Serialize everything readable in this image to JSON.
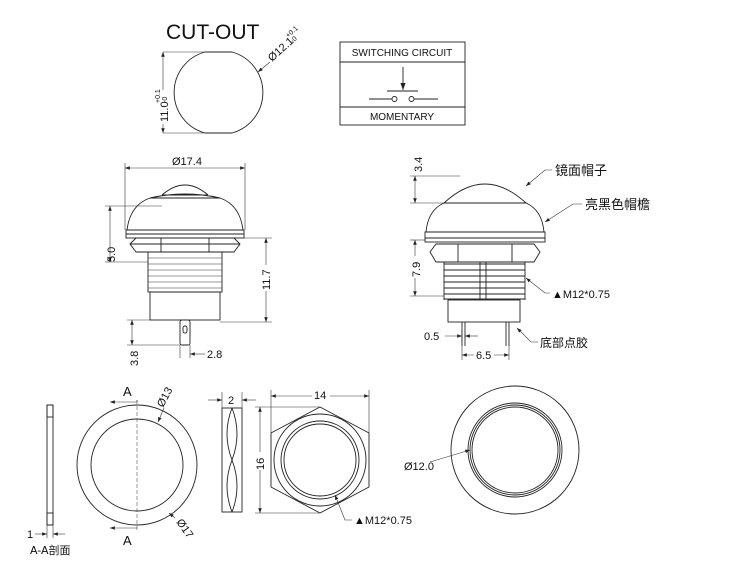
{
  "cutout": {
    "title": "CUT-OUT",
    "diameter": "Ø12.1",
    "diameter_tol_plus": "+0.1",
    "diameter_tol_minus": "-0",
    "height": "11.0",
    "height_tol_plus": "+0.1",
    "height_tol_minus": "-0"
  },
  "circuit": {
    "header": "SWITCHING CIRCUIT",
    "footer": "MOMENTARY"
  },
  "front_view": {
    "diameter": "Ø17.4",
    "height_cap": "5.0",
    "height_total": "11.7",
    "pin_length": "3.8",
    "pin_width": "2.8"
  },
  "side_view": {
    "dome_height": "3.4",
    "thread_length": "7.9",
    "pin_thickness": "0.5",
    "pin_spacing": "6.5",
    "label_cap": "镜面帽子",
    "label_rim": "亮黑色帽檐",
    "label_thread": "▲M12*0.75",
    "label_glue": "底部点胶"
  },
  "washer": {
    "thickness": "1",
    "section_label": "A-A剖面",
    "section_mark_top": "A",
    "section_mark_bottom": "A",
    "inner_diameter": "Ø13",
    "outer_diameter": "Ø17"
  },
  "nut": {
    "thickness": "2",
    "width": "14",
    "height": "16",
    "thread": "▲M12*0.75"
  },
  "top_view": {
    "diameter": "Ø12.0"
  }
}
